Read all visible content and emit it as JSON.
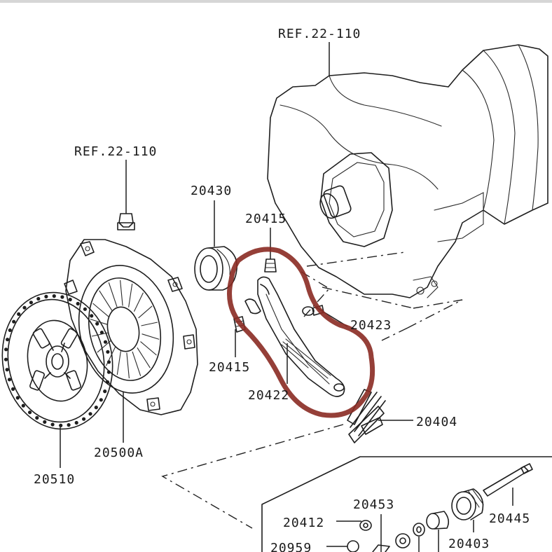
{
  "labels": {
    "ref_top": "REF.22-110",
    "ref_left": "REF.22-110",
    "p20430": "20430",
    "p20415_top": "20415",
    "p20415_bottom": "20415",
    "p20423": "20423",
    "p20422": "20422",
    "p20404": "20404",
    "p20500A": "20500A",
    "p20510": "20510",
    "p20453": "20453",
    "p20412": "20412",
    "p20445": "20445",
    "p20959": "20959",
    "p20403": "20403"
  },
  "colors": {
    "linework": "#1e1e1e",
    "highlight": "#8a2a22",
    "background": "#ffffff",
    "top_border": "#d6d6d6"
  },
  "highlight": {
    "encircles": "20422"
  }
}
